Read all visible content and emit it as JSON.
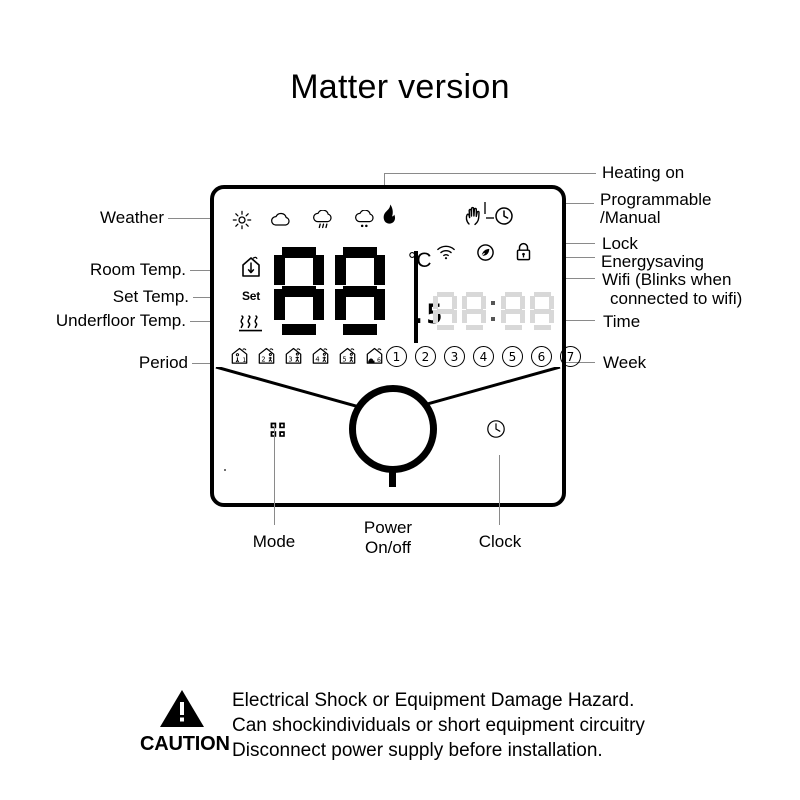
{
  "title": "Matter version",
  "device": {
    "display": {
      "main_value": "88",
      "decimal": ".5",
      "unit": "°C",
      "time_value": "88:88",
      "weather_icons": [
        "sun-icon",
        "cloud-icon",
        "rain-cloud-icon",
        "snow-cloud-icon"
      ],
      "flame_icon": "flame-icon",
      "mode_icons": [
        "hand-icon",
        "clock-icon"
      ],
      "status_icons": [
        "wifi-icon",
        "energy-saving-icon",
        "lock-icon"
      ],
      "temp_icons": [
        "room-temp-icon",
        "set-temp-label",
        "underfloor-temp-icon"
      ],
      "set_label": "Set",
      "period_icons": [
        "period-1",
        "period-2",
        "period-3",
        "period-4",
        "period-5",
        "period-6"
      ],
      "period_numbers": [
        "1",
        "2",
        "3",
        "4",
        "5",
        "6"
      ],
      "week_numbers": [
        "1",
        "2",
        "3",
        "4",
        "5",
        "6",
        "7"
      ]
    },
    "buttons": {
      "mode": {
        "label": "Mode",
        "icon": "grid-icon"
      },
      "power": {
        "label_line1": "Power",
        "label_line2": "On/off",
        "icon": "power-knob"
      },
      "clock": {
        "label": "Clock",
        "icon": "clock-icon"
      }
    }
  },
  "labels_left": [
    {
      "text": "Weather"
    },
    {
      "text": "Room Temp."
    },
    {
      "text": "Set  Temp."
    },
    {
      "text": "Underfloor Temp."
    },
    {
      "text": "Period"
    }
  ],
  "labels_right": [
    {
      "text": "Heating on"
    },
    {
      "text": "Programmable"
    },
    {
      "text": "/Manual"
    },
    {
      "text": "Lock"
    },
    {
      "text": "Energysaving"
    },
    {
      "text": "Wifi  (Blinks when"
    },
    {
      "text": "connected to wifi)"
    },
    {
      "text": "Time"
    },
    {
      "text": "Week"
    }
  ],
  "caution": {
    "word": "CAUTION",
    "icon": "warning-triangle-icon",
    "line1": "Electrical Shock or Equipment Damage Hazard.",
    "line2": "Can shockindividuals or short equipment circuitry",
    "line3": "Disconnect power supply before installation."
  },
  "colors": {
    "ink": "#000000",
    "leader": "#8a8a8a",
    "segment_off": "#d8d8d8"
  }
}
